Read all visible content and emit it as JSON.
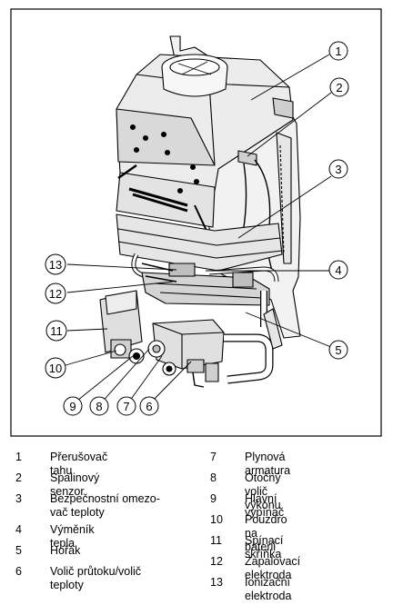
{
  "callouts": [
    "1",
    "2",
    "3",
    "4",
    "5",
    "6",
    "7",
    "8",
    "9",
    "10",
    "11",
    "12",
    "13"
  ],
  "legend": [
    {
      "num": "1",
      "text": "Přerušovač tahu"
    },
    {
      "num": "2",
      "text": "Spalinový senzor"
    },
    {
      "num": "3",
      "text": "Bezpečnostní omezo-\nvač teploty"
    },
    {
      "num": "4",
      "text": "Výměník tepla"
    },
    {
      "num": "5",
      "text": "Hořák"
    },
    {
      "num": "6",
      "text": "Volič průtoku/volič\nteploty"
    },
    {
      "num": "7",
      "text": "Plynová armatura"
    },
    {
      "num": "8",
      "text": "Otočný volič výkonu"
    },
    {
      "num": "9",
      "text": "Hlavní vypínač"
    },
    {
      "num": "10",
      "text": "Pouzdro na baterii"
    },
    {
      "num": "11",
      "text": "Spínací skříňka"
    },
    {
      "num": "12",
      "text": "Zapalovací elektroda"
    },
    {
      "num": "13",
      "text": "Ionizační elektroda"
    }
  ]
}
